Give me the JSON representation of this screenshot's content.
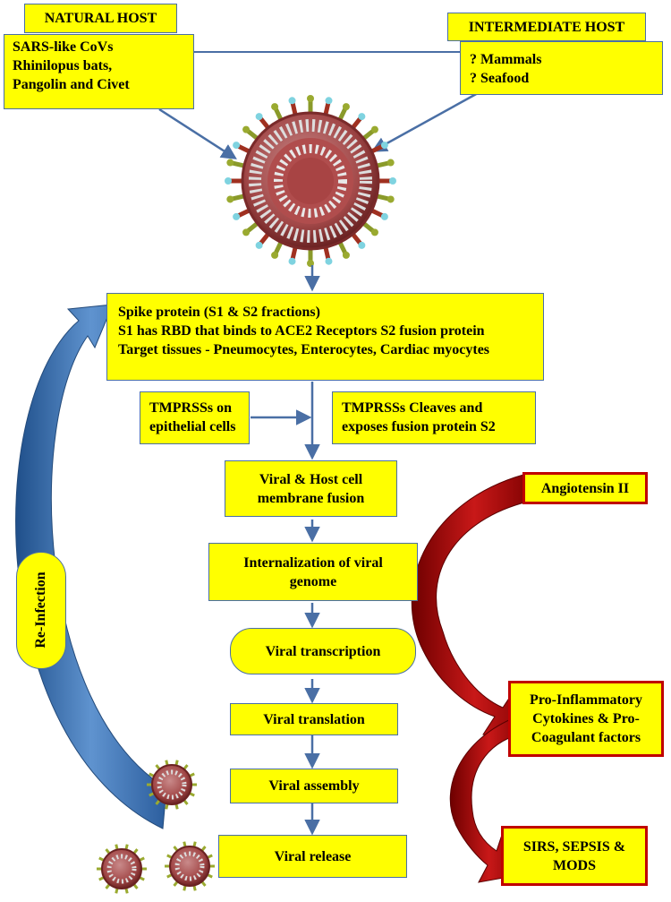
{
  "natural_host": {
    "title": "NATURAL HOST",
    "lines": [
      "SARS-like CoVs",
      "Rhinilopus bats,",
      "Pangolin  and Civet"
    ]
  },
  "intermediate_host": {
    "title": "INTERMEDIATE HOST",
    "lines": [
      "? Mammals",
      "? Seafood"
    ]
  },
  "spike": {
    "lines": [
      "Spike protein (S1 & S2 fractions)",
      "S1 has RBD that binds to ACE2 Receptors S2 fusion protein",
      "Target tissues - Pneumocytes, Enterocytes, Cardiac myocytes"
    ]
  },
  "tmprss_epithelial": {
    "lines": [
      "TMPRSSs on",
      "epithelial cells"
    ]
  },
  "tmprss_cleaves": {
    "lines": [
      "TMPRSSs Cleaves and",
      "exposes fusion protein S2"
    ]
  },
  "membrane_fusion": {
    "lines": [
      "Viral & Host cell",
      "membrane fusion"
    ]
  },
  "internalization": {
    "lines": [
      "Internalization of viral",
      "genome"
    ]
  },
  "transcription": "Viral transcription",
  "translation": "Viral translation",
  "assembly": "Viral assembly",
  "release": "Viral release",
  "angiotensin": "Angiotensin II",
  "cytokines": {
    "lines": [
      "Pro-Inflammatory",
      "Cytokines & Pro-",
      "Coagulant factors"
    ]
  },
  "sirs": {
    "lines": [
      "SIRS, SEPSIS &",
      "MODS"
    ]
  },
  "reinfection": "Re-Infection",
  "colors": {
    "box_fill": "#ffff00",
    "arrow": "#4a6fa5",
    "red_border": "#c00000"
  }
}
